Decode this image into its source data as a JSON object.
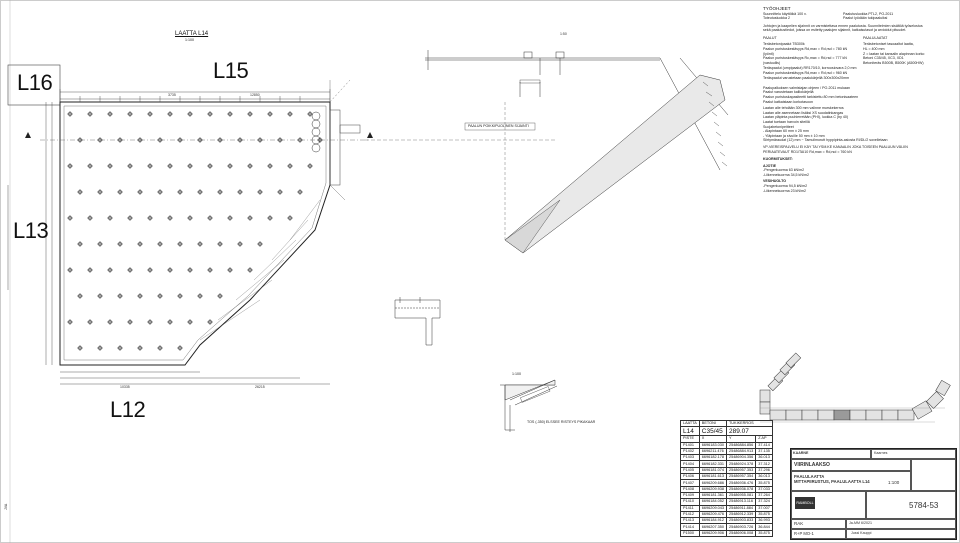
{
  "areas": {
    "l16": "L16",
    "l15": "L15",
    "l13": "L13",
    "l12": "L12",
    "laatta_title": "LAATTA L14",
    "laatta_scale": "1:100"
  },
  "labels": {
    "paalupoikki": "PAALUN POIKKIPUOLINEN SIJAINTI",
    "section_note": "TOS (-350) ELSSEE RISTEYS PIKAKAAR",
    "scale_100": "1:100"
  },
  "notes": {
    "title": "TYÖOHJEET",
    "intro_left": [
      "Suunnittelu käyttöikä 100 v.",
      "Toteutusluokka 2"
    ],
    "intro_right": [
      "Paalutusluokka PTL2, PO-2011",
      "Paalut lyödään tukipaaluiksi"
    ],
    "para1": [
      "Johtojen ja kaapelien sijainnit on varmistettava ennen paalutusta. Suunnitelmien sisältöä työselostus",
      "sekä paalutustiedot, joissa on esitetty paalujen sijainnit, katkaisutasot ja arvioidut pituudet."
    ],
    "paalut_head": "PAALUT",
    "paalut": [
      "Teräsbetonipaalut TB300k",
      "Paalun puristuskestävyys Rd,max = Rd,rsd = 780 kN",
      "(lyönti)",
      "Paalun puristuskestävyys Rc,max = Rd,rsd = 777 kN",
      "(vastuullis)",
      "Teräspaalut (umpipaalut) RR170/10, korroosiovara 2,0 mm",
      "Paalun puristuskestävyys Rd,max = Rd,rsd = 960 kN",
      "Teräspaalut varustetaan paalukärjellä 300x300x20mm"
    ],
    "paalulaatat_head": "PAALULAATAT",
    "paalulaatat": [
      "Teräsbetoniset tasoaaltot laatta,",
      "HL = 400 mm",
      "Z = laatan tai kansalin alapinnan korko",
      "Betoni C35/45, XC3, XD1",
      "Betoniteräs B500B, B500K (A500HW)"
    ],
    "para2": [
      "Paalupalkoksen valmistajan ohjeen / PO-2011 mukaan",
      "Paalut varustetaan kalliokärjellä",
      "Paalun puristuskapasiteetti tarkistettu 80 mm betonisaateen",
      "Paalut katkaistaan korkotasoon"
    ],
    "para3": [
      "Laatan alle tehdään 300 mm valinne murskekerros",
      "Laatan alle asennetaan lisäksi XS suodatinkangas",
      "Laatan yläpinta puuhierretään (PHI), luokka C (by 40)",
      "Laatat tuetaan harvoin siteillä",
      "Suojabetonipeitteet",
      " - Alapintaan 60 mm ± 25 mm",
      " - Yläpintaan ja sivuille 50 mm ± 10 mm",
      "Siirtymäraudat (12) mm ~ Tamuilmorutt hyppipinta-asiosta RI/DL/2 sovelletaan"
    ],
    "para4": [
      "VP-VIEREISPALVELU EI KÄY TAI YSM.KE KANAALIN JOKA TOISEEN PAALUUN VÄLIIN",
      "PERIAATEVAUT RD1/TAI10 Rd,max = Rd,rsd = 760 kN"
    ],
    "kuormat_head": "KUORMITUKSET:",
    "ajotie_head": "AJOTIE",
    "ajotie": [
      "-Pengerkuorma 63 kN/m2",
      "-Liikennekuorma 34,5 kN/m2"
    ],
    "vesihuolto_head": "VESIHUOLTO",
    "vesihuolto": [
      "-Pengerkuorma 94,5 kN/m2",
      "-Liikennekuorma 23 kN/m2"
    ]
  },
  "pile_table": {
    "head1": [
      "LAATTA",
      "BETONI",
      "TUKIKERROS"
    ],
    "head1_values": [
      "L14",
      "C35/45",
      "289.07"
    ],
    "columns": [
      "PISTE",
      "X",
      "Y",
      "Z AP"
    ],
    "rows": [
      [
        "P1401",
        "6696183.030",
        "25486884.856",
        "37.414"
      ],
      [
        "P1402",
        "6696211.476",
        "25486884.913",
        "37.135"
      ],
      [
        "P1403",
        "6696182.178",
        "25486904.356",
        "36.013"
      ],
      [
        "P1404",
        "6696182.331",
        "25486924.378",
        "37.312"
      ],
      [
        "P1405",
        "6696181.074",
        "25486957.353",
        "37.296"
      ],
      [
        "P1406",
        "6696181.613",
        "25486957.354",
        "36.013"
      ],
      [
        "P1407",
        "6696209.686",
        "25486936.476",
        "35.875"
      ],
      [
        "P1408",
        "6696209.938",
        "25486936.078",
        "37.033"
      ],
      [
        "P1409",
        "6696181.361",
        "25486955.081",
        "37.264"
      ],
      [
        "P1410",
        "6696184.052",
        "25486913.116",
        "37.324"
      ],
      [
        "P1411",
        "6696209.043",
        "25486911.884",
        "37.007"
      ],
      [
        "P1412",
        "6696209.476",
        "25486912.339",
        "35.875"
      ],
      [
        "P1413",
        "6696184.912",
        "25486903.833",
        "36.993"
      ],
      [
        "P1414",
        "6696207.350",
        "25486903.726",
        "36.844"
      ],
      [
        "P1500",
        "6696209.906",
        "25486906.008",
        "35.875"
      ]
    ]
  },
  "title_block": {
    "project_small": "KAARNE",
    "area": "VIIRINLAAKSO",
    "line1": "PAALULAATTA",
    "line2": "MITTAPIIRUSTUS, PAALULAATTA L14",
    "scale": "1:100",
    "company": "RAMBOLL",
    "drawing_no": "5784-53",
    "type": "RAK",
    "rev": "R+P MO-1",
    "date": "Ja-MM 6/2021",
    "sign": "Jussi Kauppi",
    "client": "Kaarnes",
    "stamp": "JVA"
  }
}
